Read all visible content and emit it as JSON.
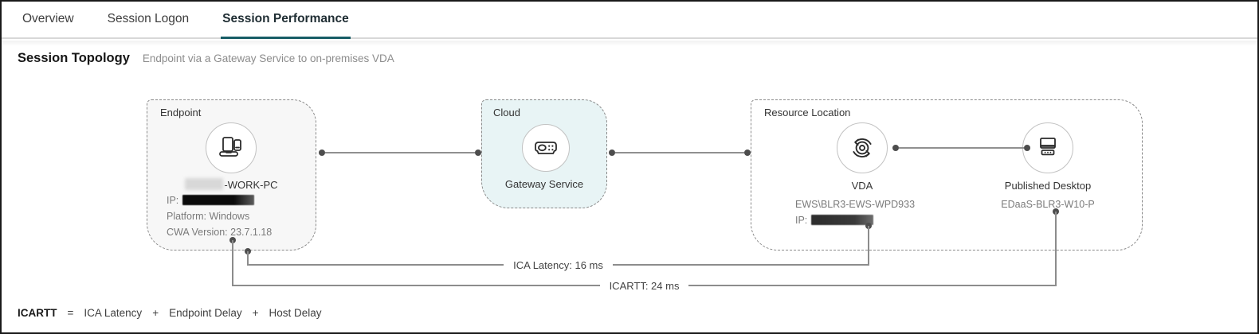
{
  "tabs": [
    {
      "label": "Overview",
      "active": false
    },
    {
      "label": "Session Logon",
      "active": false
    },
    {
      "label": "Session Performance",
      "active": true
    }
  ],
  "section": {
    "title": "Session Topology",
    "subtitle": "Endpoint via a Gateway Service to on-premises VDA"
  },
  "topology": {
    "endpoint": {
      "group_label": "Endpoint",
      "icon": "devices-icon",
      "name_suffix": "-WORK-PC",
      "ip_label": "IP:",
      "platform": "Platform: Windows",
      "cwa_version": "CWA Version: 23.7.1.18"
    },
    "cloud": {
      "group_label": "Cloud",
      "icon": "gateway-icon",
      "name": "Gateway Service"
    },
    "resource_location": {
      "group_label": "Resource Location",
      "vda": {
        "icon": "sync-icon",
        "name": "VDA",
        "machine": "EWS\\BLR3-EWS-WPD933",
        "ip_label": "IP:"
      },
      "published_desktop": {
        "icon": "desktop-icon",
        "name": "Published Desktop",
        "machine": "EDaaS-BLR3-W10-P"
      }
    },
    "metrics": {
      "ica_latency": "ICA Latency: 16 ms",
      "icartt": "ICARTT: 24 ms"
    }
  },
  "formula": {
    "parts": [
      "ICARTT",
      "=",
      "ICA Latency",
      "+",
      "Endpoint Delay",
      "+",
      "Host Delay"
    ]
  },
  "colors": {
    "accent_teal": "#175d66",
    "cloud_fill": "#e8f4f5",
    "endpoint_fill": "#f7f7f7",
    "line_gray": "#8c8c8c",
    "dot_gray": "#4d4d4d"
  }
}
